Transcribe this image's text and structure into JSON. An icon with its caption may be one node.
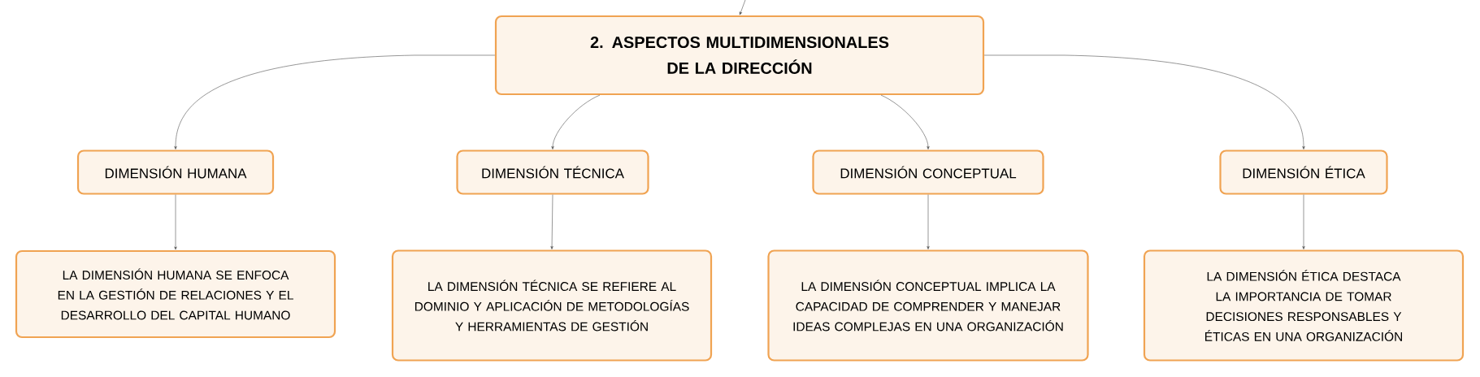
{
  "diagram": {
    "nodes": [
      {
        "text": [
          "2. ASPECTOS MULTIDIMENSIONALES DE LA DIRECCIÓN"
        ]
      },
      {
        "text": [
          "DIMENSIÓN HUMANA"
        ]
      },
      {
        "text": [
          "DIMENSIÓN TÉCNICA"
        ]
      },
      {
        "text": [
          "DIMENSIÓN CONCEPTUAL"
        ]
      },
      {
        "text": [
          "DIMENSIÓN ÉTICA"
        ]
      },
      {
        "text": [
          "LA DIMENSIÓN HUMANA SE ENFOCA EN LA GESTIÓN DE RELACIONES Y EL DESARROLLO DEL CAPITAL HUMANO"
        ]
      },
      {
        "text": [
          "LA DIMENSIÓN TÉCNICA SE REFIERE AL DOMINIO Y APLICACIÓN DE METODOLOGÍAS Y HERRAMIENTAS DE GESTIÓN"
        ]
      },
      {
        "text": [
          "LA DIMENSIÓN CONCEPTUAL IMPLICA LA CAPACIDAD DE COMPRENDER Y MANEJAR IDEAS COMPLEJAS EN UNA ORGANIZACIÓN"
        ]
      },
      {
        "text": [
          "LA DIMENSIÓN ÉTICA DESTACA LA IMPORTANCIA DE TOMAR DECISIONES RESPONSABLES Y ÉTICAS EN UNA ORGANIZACIÓN"
        ]
      }
    ],
    "edges": [
      {
        "from": null,
        "to": 0,
        "arrow": "to"
      },
      {
        "from": 0,
        "to": 1,
        "arrow": "to"
      },
      {
        "from": 0,
        "to": 2,
        "arrow": "to"
      },
      {
        "from": 0,
        "to": 3,
        "arrow": "to"
      },
      {
        "from": 0,
        "to": 4,
        "arrow": "to"
      },
      {
        "from": 1,
        "to": 5,
        "arrow": "to"
      },
      {
        "from": 2,
        "to": 6,
        "arrow": "to"
      },
      {
        "from": 3,
        "to": 7,
        "arrow": "to"
      },
      {
        "from": 4,
        "to": 8,
        "arrow": "to"
      }
    ]
  }
}
